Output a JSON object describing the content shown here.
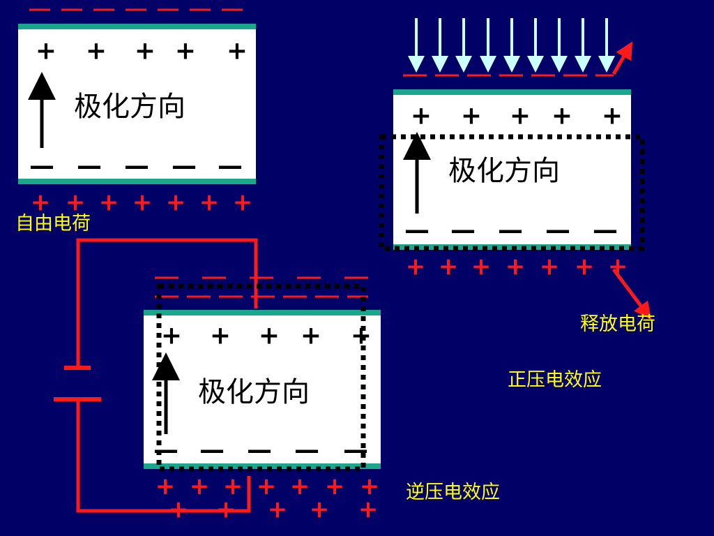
{
  "symbols": {
    "plus": "+",
    "minus": "—"
  },
  "labels": {
    "polarization": "极化方向",
    "free_charge": "自由电荷",
    "release_charge": "释放电荷",
    "direct_effect": "正压电效应",
    "converse_effect": "逆压电效应"
  },
  "colors": {
    "background": "#000066",
    "electrode": "#1aa78c",
    "charge": "#ff1a1a",
    "label": "#ffff00",
    "force_arrow": "#ccffff"
  }
}
